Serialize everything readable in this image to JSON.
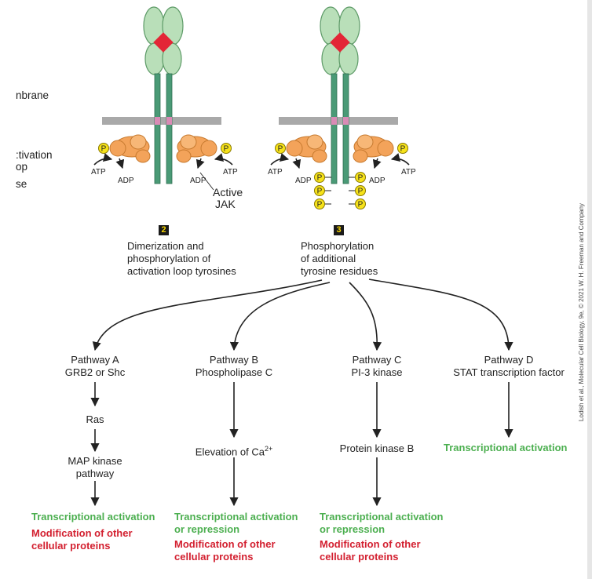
{
  "side_labels": {
    "membrane": "nbrane",
    "activation": ":tivation",
    "loop": "op",
    "kinase": "se"
  },
  "jak_labels": {
    "atp": "ATP",
    "adp": "ADP",
    "active": "Active",
    "jak": "JAK",
    "phospho": "P"
  },
  "steps": [
    {
      "number": "2",
      "caption": [
        "Dimerization and",
        "phosphorylation of",
        "activation loop tyrosines"
      ]
    },
    {
      "number": "3",
      "caption": [
        "Phosphorylation",
        "of additional",
        "tyrosine residues"
      ]
    }
  ],
  "pathways": [
    {
      "title": [
        "Pathway A",
        "GRB2 or Shc"
      ],
      "steps": [
        [
          "Ras"
        ],
        [
          "MAP kinase",
          "pathway"
        ]
      ],
      "outcome_green": [
        "Transcriptional activation"
      ],
      "outcome_red": [
        "Modification of other",
        "cellular proteins"
      ]
    },
    {
      "title": [
        "Pathway B",
        "Phospholipase C"
      ],
      "middle": {
        "text": "Elevation of Ca",
        "sup": "2+"
      },
      "outcome_green": [
        "Transcriptional activation",
        "or repression"
      ],
      "outcome_red": [
        "Modification of other",
        "cellular proteins"
      ]
    },
    {
      "title": [
        "Pathway C",
        "PI-3 kinase"
      ],
      "middle_text": "Protein kinase B",
      "outcome_green": [
        "Transcriptional activation",
        "or repression"
      ],
      "outcome_red": [
        "Modification of other",
        "cellular proteins"
      ]
    },
    {
      "title": [
        "Pathway D",
        "STAT transcription factor"
      ],
      "outcome_green": [
        "Transcriptional activation"
      ]
    }
  ],
  "credit": "Lodish et al., Molecular Cell Biology, 9e, © 2021 W. H. Freeman and Company",
  "colors": {
    "receptor": "#b9dfb9",
    "receptor_stroke": "#5d9a67",
    "chain": "#4a9a76",
    "membrane": "#a9a9a9",
    "hormone": "#e32636",
    "jak": "#f3a35a",
    "phospho": "#f6e21a",
    "green_text": "#4caf50",
    "red_text": "#d32030"
  }
}
